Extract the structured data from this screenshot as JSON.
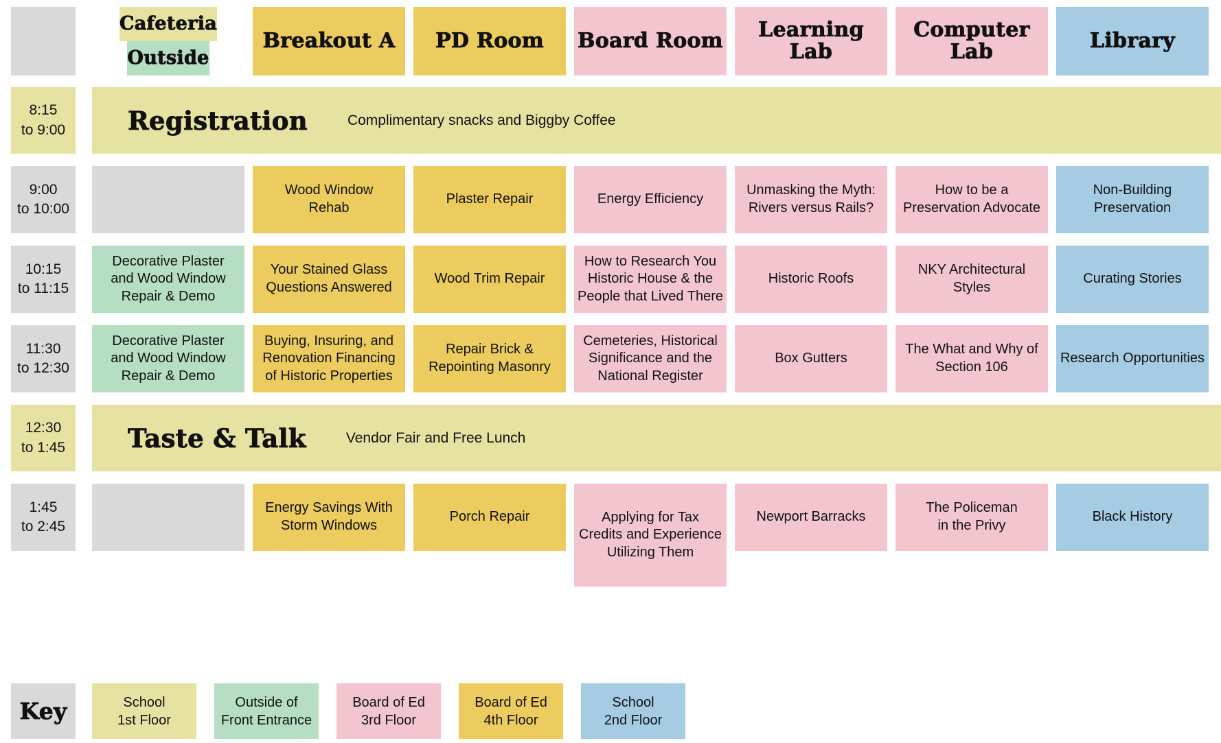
{
  "palette": {
    "yellow": "#e6e2a1",
    "green": "#b5dec3",
    "gold": "#eccb5f",
    "pink": "#f3c6cf",
    "blue": "#a6cce4",
    "gray": "#d9d9d9"
  },
  "header": {
    "corner_color": "gray",
    "columns": [
      {
        "split": true,
        "top": {
          "label": "Cafeteria",
          "color": "yellow"
        },
        "bottom": {
          "label": "Outside",
          "color": "green"
        }
      },
      {
        "label": "Breakout A",
        "color": "gold"
      },
      {
        "label": "PD Room",
        "color": "gold"
      },
      {
        "label": "Board Room",
        "color": "pink"
      },
      {
        "label": "Learning Lab",
        "color": "pink"
      },
      {
        "label": "Computer Lab",
        "color": "pink"
      },
      {
        "label": "Library",
        "color": "blue"
      }
    ]
  },
  "rows": [
    {
      "type": "banner",
      "time": "8:15\nto 9:00",
      "time_color": "yellow",
      "title": "Registration",
      "subtitle": "Complimentary snacks and Biggby Coffee",
      "color": "yellow"
    },
    {
      "type": "sessions",
      "time": "9:00\nto 10:00",
      "time_color": "gray",
      "cells": [
        {
          "text": "",
          "color": "gray"
        },
        {
          "text": "Wood Window\nRehab",
          "color": "gold"
        },
        {
          "text": "Plaster Repair",
          "color": "gold"
        },
        {
          "text": "Energy Efficiency",
          "color": "pink"
        },
        {
          "text": "Unmasking the Myth:\nRivers versus Rails?",
          "color": "pink"
        },
        {
          "text": "How to be a\nPreservation Advocate",
          "color": "pink"
        },
        {
          "text": "Non-Building\nPreservation",
          "color": "blue"
        }
      ]
    },
    {
      "type": "sessions",
      "time": "10:15\nto 11:15",
      "time_color": "gray",
      "cells": [
        {
          "text": "Decorative Plaster\nand Wood Window\nRepair & Demo",
          "color": "green"
        },
        {
          "text": "Your Stained Glass\nQuestions Answered",
          "color": "gold"
        },
        {
          "text": "Wood Trim Repair",
          "color": "gold"
        },
        {
          "text": "How to Research You\nHistoric House & the\nPeople that Lived There",
          "color": "pink"
        },
        {
          "text": "Historic Roofs",
          "color": "pink"
        },
        {
          "text": "NKY Architectural\nStyles",
          "color": "pink"
        },
        {
          "text": "Curating Stories",
          "color": "blue"
        }
      ]
    },
    {
      "type": "sessions",
      "time": "11:30\nto 12:30",
      "time_color": "gray",
      "cells": [
        {
          "text": "Decorative Plaster\nand Wood Window\nRepair & Demo",
          "color": "green"
        },
        {
          "text": "Buying, Insuring, and\nRenovation Financing\nof Historic Properties",
          "color": "gold"
        },
        {
          "text": "Repair Brick &\nRepointing Masonry",
          "color": "gold"
        },
        {
          "text": "Cemeteries, Historical\nSignificance and the\nNational Register",
          "color": "pink"
        },
        {
          "text": "Box Gutters",
          "color": "pink"
        },
        {
          "text": "The What and Why of\nSection 106",
          "color": "pink"
        },
        {
          "text": "Research Opportunities",
          "color": "blue"
        }
      ]
    },
    {
      "type": "banner",
      "time": "12:30\nto 1:45",
      "time_color": "yellow",
      "title": "Taste & Talk",
      "subtitle": "Vendor Fair and Free Lunch",
      "color": "yellow"
    },
    {
      "type": "sessions",
      "time": "1:45\nto 2:45",
      "time_color": "gray",
      "cells": [
        {
          "text": "",
          "color": "gray"
        },
        {
          "text": "Energy Savings With\nStorm Windows",
          "color": "gold"
        },
        {
          "text": "Porch Repair",
          "color": "gold"
        },
        {
          "text": "Applying for Tax\nCredits and Experience\nUtilizing Them",
          "color": "pink",
          "tall": true
        },
        {
          "text": "Newport Barracks",
          "color": "pink"
        },
        {
          "text": "The Policeman\nin the Privy",
          "color": "pink"
        },
        {
          "text": "Black History",
          "color": "blue"
        }
      ]
    }
  ],
  "key": {
    "title": "Key",
    "title_color": "gray",
    "items": [
      {
        "label": "School\n1st Floor",
        "color": "yellow"
      },
      {
        "label": "Outside of\nFront Entrance",
        "color": "green"
      },
      {
        "label": "Board of Ed\n3rd Floor",
        "color": "pink"
      },
      {
        "label": "Board of Ed\n4th Floor",
        "color": "gold"
      },
      {
        "label": "School\n2nd Floor",
        "color": "blue"
      }
    ]
  }
}
